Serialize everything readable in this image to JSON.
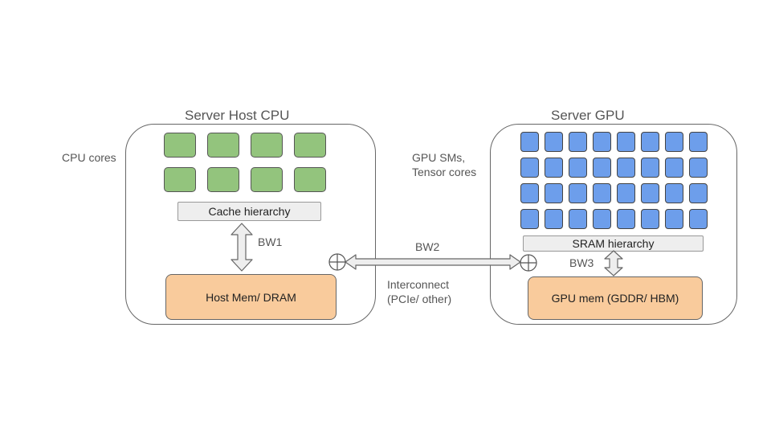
{
  "host": {
    "title": "Server Host CPU",
    "cores_label": "CPU cores",
    "core_count": 8,
    "cache_label": "Cache hierarchy",
    "mem_label": "Host Mem/ DRAM",
    "bw_label": "BW1",
    "core_color": "#93c47d",
    "mem_color": "#f9cb9c"
  },
  "gpu": {
    "title": "Server GPU",
    "sm_label_line1": "GPU SMs,",
    "sm_label_line2": "Tensor cores",
    "sm_rows": 4,
    "sm_cols": 8,
    "sram_label": "SRAM hierarchy",
    "mem_label": "GPU mem (GDDR/ HBM)",
    "bw_label": "BW3",
    "sm_color": "#6d9eeb",
    "mem_color": "#f9cb9c"
  },
  "interconnect": {
    "bw_label": "BW2",
    "label_line1": "Interconnect",
    "label_line2": "(PCIe/ other)"
  }
}
